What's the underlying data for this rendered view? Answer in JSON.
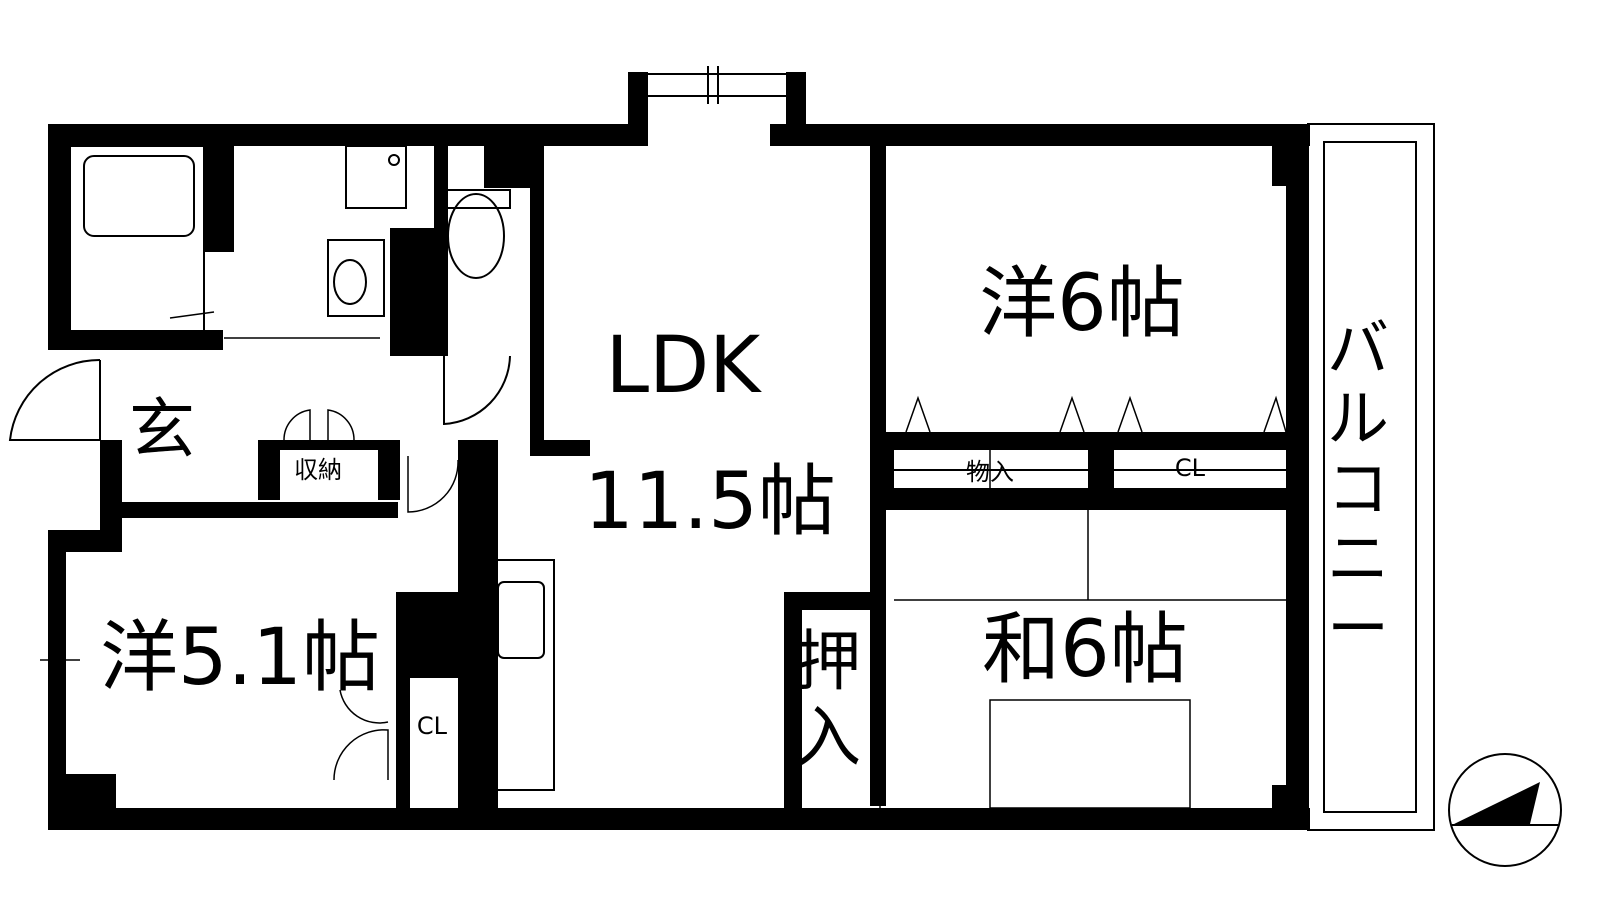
{
  "rooms": {
    "ldk_name": "LDK",
    "ldk_size": "11.5帖",
    "western_6": "洋6帖",
    "japanese_6": "和6帖",
    "western_5_1": "洋5.1帖",
    "entrance": "玄",
    "storage": "収納",
    "closet_small": "CL",
    "closet_north": "CL",
    "storeroom": "物入",
    "oshiire_top": "押",
    "oshiire_bottom": "入",
    "balcony": [
      "バ",
      "ル",
      "コ",
      "ニ",
      "ー"
    ]
  },
  "colors": {
    "wall": "#000000",
    "background": "#ffffff"
  },
  "compass": {
    "icon": "north-arrow-icon"
  }
}
